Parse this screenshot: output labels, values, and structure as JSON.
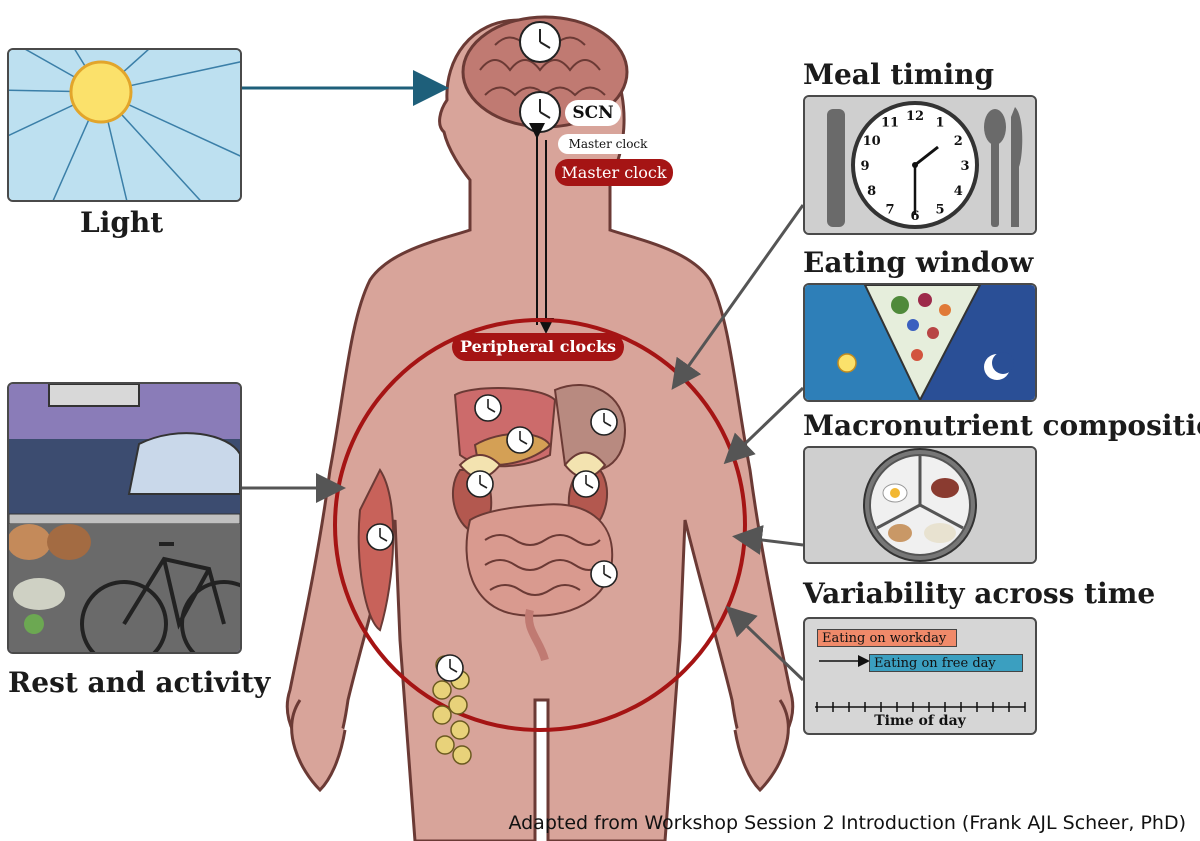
{
  "labels": {
    "light": "Light",
    "rest_activity": "Rest and activity",
    "meal_timing": "Meal timing",
    "eating_window": "Eating window",
    "macronutrient": "Macronutrient composition",
    "variability": "Variability across time",
    "scn": "SCN",
    "master_clock_small": "Master clock",
    "master_clock": "Master clock",
    "peripheral_clocks": "Peripheral clocks"
  },
  "variability_chart": {
    "workday_label": "Eating on workday",
    "freeday_label": "Eating on free day",
    "axis_label": "Time of day"
  },
  "clock_face": {
    "numbers": [
      "12",
      "1",
      "2",
      "3",
      "4",
      "5",
      "6",
      "7",
      "8",
      "9",
      "10",
      "11"
    ]
  },
  "credit": "Adapted from Workshop Session 2 Introduction (Frank AJL Scheer, PhD)",
  "colors": {
    "skin": "#d8a49a",
    "outline": "#6b3a35",
    "accent_red": "#a51414",
    "arrow": "#555555",
    "light_arrow": "#1e5f7a",
    "workday": "#f08a6a",
    "freeday": "#3b9fc0"
  },
  "icons": [
    "sun-icon",
    "brain-icon",
    "clock-icon",
    "fork-icon",
    "knife-icon",
    "spoon-icon",
    "plate-icon",
    "moon-icon",
    "bicycle-icon",
    "muscle-icon",
    "liver-icon",
    "intestine-icon"
  ]
}
